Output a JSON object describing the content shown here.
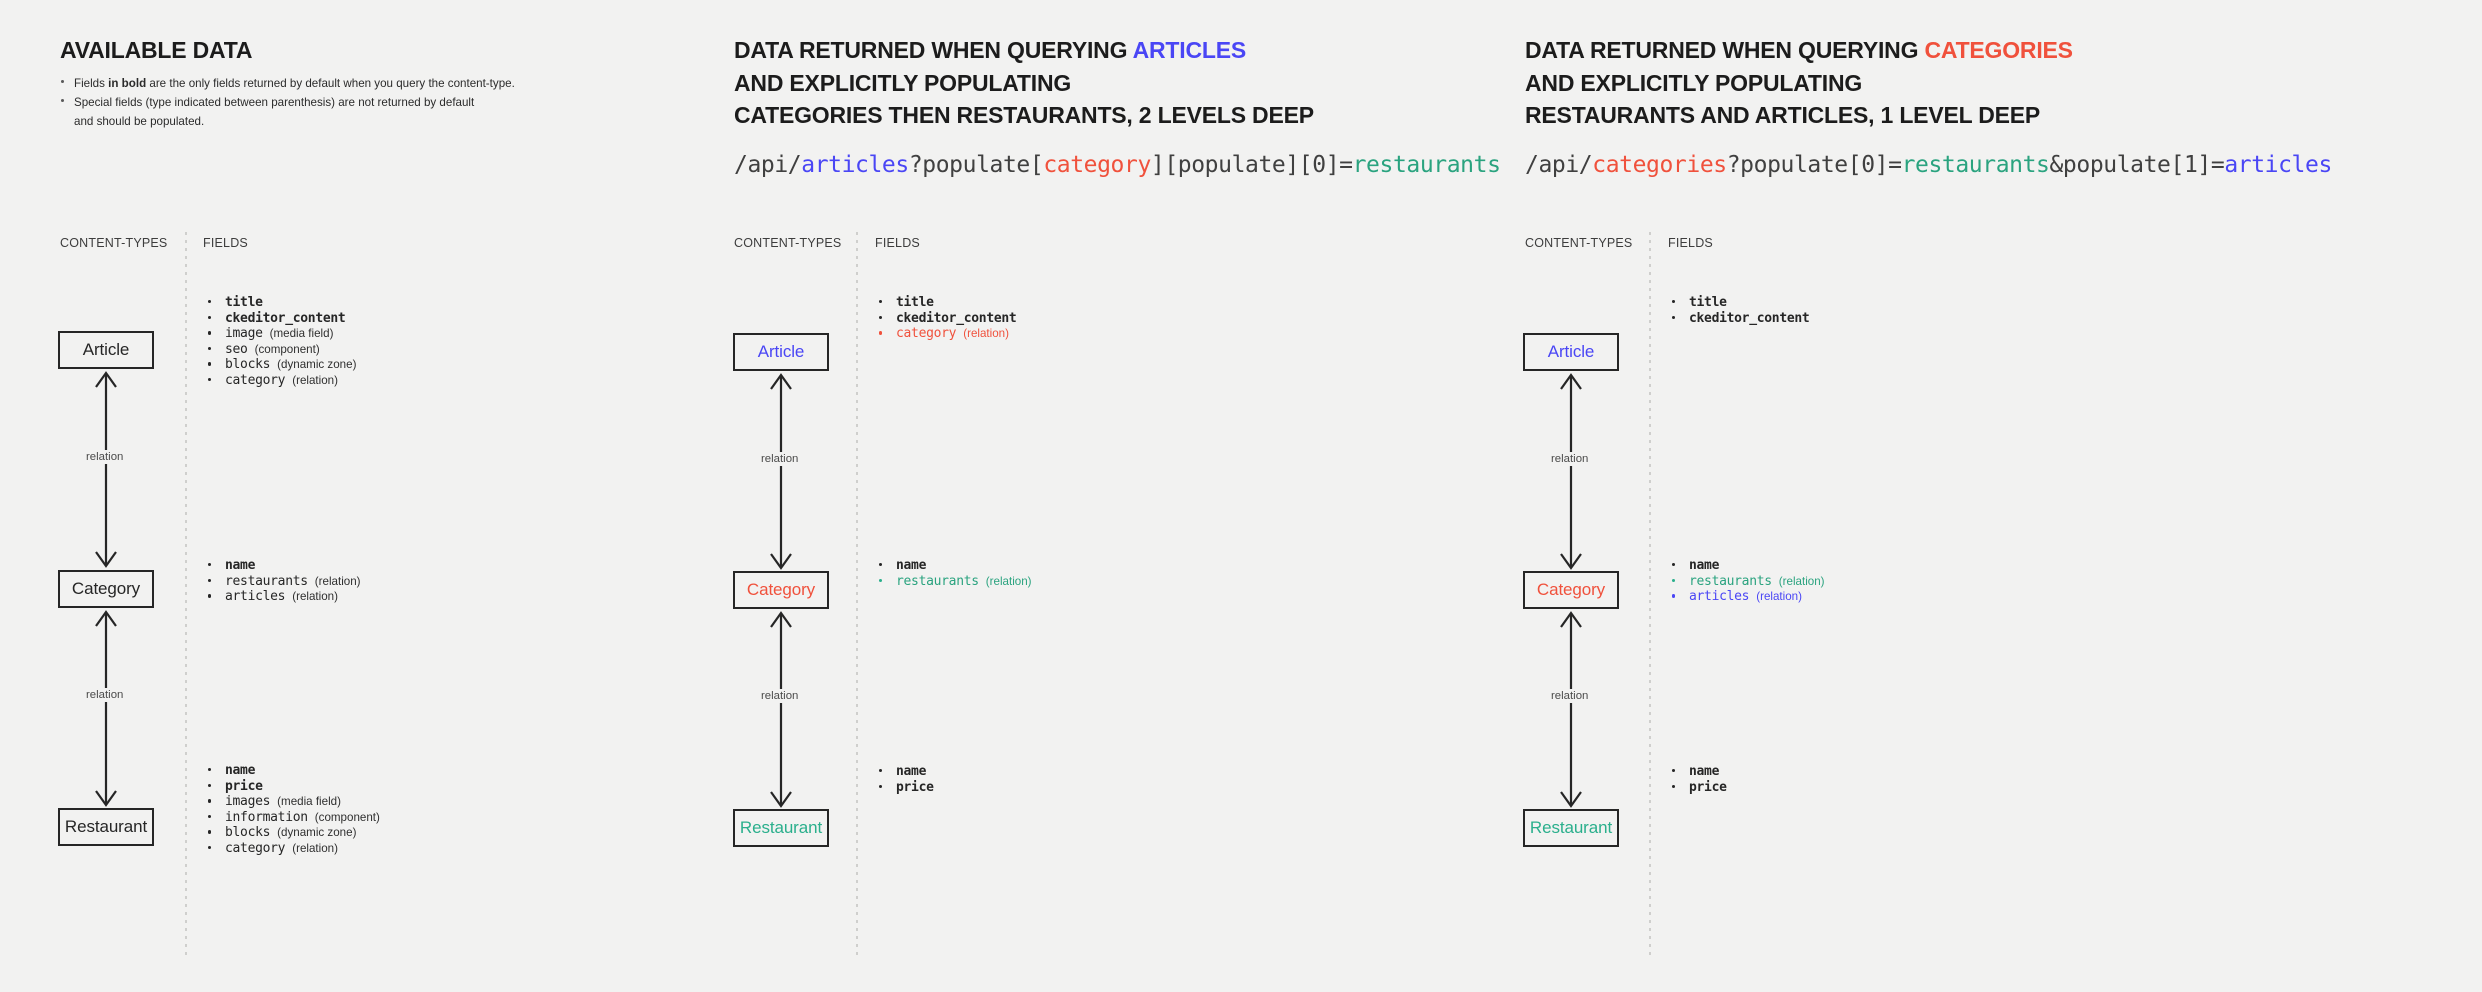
{
  "columns": [
    {
      "id": "col-1",
      "heading": {
        "prefix": "AVAILABLE DATA",
        "accent": "",
        "accent_color": "",
        "lines": [
          "AVAILABLE DATA"
        ]
      },
      "notes": [
        {
          "pre": "Fields ",
          "bold": "in bold",
          "post": " are the only fields returned by default when you query the content-type."
        },
        {
          "pre": "Special fields (type indicated between parenthesis) are not returned by default",
          "bold": "",
          "post": ""
        },
        {
          "pre": "and should be populated.",
          "bold": "",
          "post": ""
        }
      ],
      "labels": {
        "content_types": "CONTENT-TYPES",
        "fields": "FIELDS"
      },
      "nodes": [
        {
          "name": "Article",
          "color": "default"
        },
        {
          "name": "Category",
          "color": "default"
        },
        {
          "name": "Restaurant",
          "color": "default"
        }
      ],
      "relation_labels": [
        "relation",
        "relation"
      ],
      "fieldgroups": [
        [
          {
            "name": "title",
            "type": "",
            "style": "bold"
          },
          {
            "name": "ckeditor_content",
            "type": "",
            "style": "bold"
          },
          {
            "name": "image",
            "type": "(media field)",
            "style": "normal"
          },
          {
            "name": "seo",
            "type": "(component)",
            "style": "normal"
          },
          {
            "name": "blocks",
            "type": "(dynamic zone)",
            "style": "normal"
          },
          {
            "name": "category",
            "type": "(relation)",
            "style": "normal"
          }
        ],
        [
          {
            "name": "name",
            "type": "",
            "style": "bold"
          },
          {
            "name": "restaurants",
            "type": "(relation)",
            "style": "normal"
          },
          {
            "name": "articles",
            "type": "(relation)",
            "style": "normal"
          }
        ],
        [
          {
            "name": "name",
            "type": "",
            "style": "bold"
          },
          {
            "name": "price",
            "type": "",
            "style": "bold"
          },
          {
            "name": "images",
            "type": "(media field)",
            "style": "normal"
          },
          {
            "name": "information",
            "type": "(component)",
            "style": "normal"
          },
          {
            "name": "blocks",
            "type": "(dynamic zone)",
            "style": "normal"
          },
          {
            "name": "category",
            "type": "(relation)",
            "style": "normal"
          }
        ]
      ]
    },
    {
      "id": "col-2",
      "heading": {
        "line1_pre": "DATA RETURNED WHEN QUERYING ",
        "line1_accent": "ARTICLES",
        "line2": "AND EXPLICITLY POPULATING",
        "line3": "CATEGORIES THEN RESTAURANTS, 2 LEVELS DEEP"
      },
      "url": [
        {
          "t": "/api/",
          "c": "plain"
        },
        {
          "t": "articles",
          "c": "blue"
        },
        {
          "t": "?populate[",
          "c": "plain"
        },
        {
          "t": "category",
          "c": "red"
        },
        {
          "t": "][populate][0]=",
          "c": "plain"
        },
        {
          "t": "restaurants",
          "c": "green"
        }
      ],
      "labels": {
        "content_types": "CONTENT-TYPES",
        "fields": "FIELDS"
      },
      "nodes": [
        {
          "name": "Article",
          "color": "blue"
        },
        {
          "name": "Category",
          "color": "red"
        },
        {
          "name": "Restaurant",
          "color": "green"
        }
      ],
      "relation_labels": [
        "relation",
        "relation"
      ],
      "fieldgroups": [
        [
          {
            "name": "title",
            "type": "",
            "style": "bold"
          },
          {
            "name": "ckeditor_content",
            "type": "",
            "style": "bold"
          },
          {
            "name": "category",
            "type": "(relation)",
            "style": "red"
          }
        ],
        [
          {
            "name": "name",
            "type": "",
            "style": "bold"
          },
          {
            "name": "restaurants",
            "type": "(relation)",
            "style": "green"
          }
        ],
        [
          {
            "name": "name",
            "type": "",
            "style": "bold"
          },
          {
            "name": "price",
            "type": "",
            "style": "bold"
          }
        ]
      ]
    },
    {
      "id": "col-3",
      "heading": {
        "line1_pre": "DATA RETURNED WHEN QUERYING ",
        "line1_accent": "CATEGORIES",
        "line2": "AND EXPLICITLY POPULATING",
        "line3": "RESTAURANTS AND ARTICLES, 1 LEVEL DEEP"
      },
      "url": [
        {
          "t": "/api/",
          "c": "plain"
        },
        {
          "t": "categories",
          "c": "red"
        },
        {
          "t": "?populate[0]=",
          "c": "plain"
        },
        {
          "t": "restaurants",
          "c": "green"
        },
        {
          "t": "&populate[1]=",
          "c": "plain"
        },
        {
          "t": "articles",
          "c": "blue"
        }
      ],
      "labels": {
        "content_types": "CONTENT-TYPES",
        "fields": "FIELDS"
      },
      "nodes": [
        {
          "name": "Article",
          "color": "blue"
        },
        {
          "name": "Category",
          "color": "red"
        },
        {
          "name": "Restaurant",
          "color": "green"
        }
      ],
      "relation_labels": [
        "relation",
        "relation"
      ],
      "fieldgroups": [
        [
          {
            "name": "title",
            "type": "",
            "style": "bold"
          },
          {
            "name": "ckeditor_content",
            "type": "",
            "style": "bold"
          }
        ],
        [
          {
            "name": "name",
            "type": "",
            "style": "bold"
          },
          {
            "name": "restaurants",
            "type": "(relation)",
            "style": "green"
          },
          {
            "name": "articles",
            "type": "(relation)",
            "style": "blue"
          }
        ],
        [
          {
            "name": "name",
            "type": "",
            "style": "bold"
          },
          {
            "name": "price",
            "type": "",
            "style": "bold"
          }
        ]
      ]
    }
  ],
  "colors": {
    "background": "#f2f2f1",
    "text": "#262626",
    "accent_blue": "#4a46f5",
    "accent_red": "#f0513c",
    "accent_green": "#2aaf8c",
    "divider": "#cfcfcd"
  }
}
